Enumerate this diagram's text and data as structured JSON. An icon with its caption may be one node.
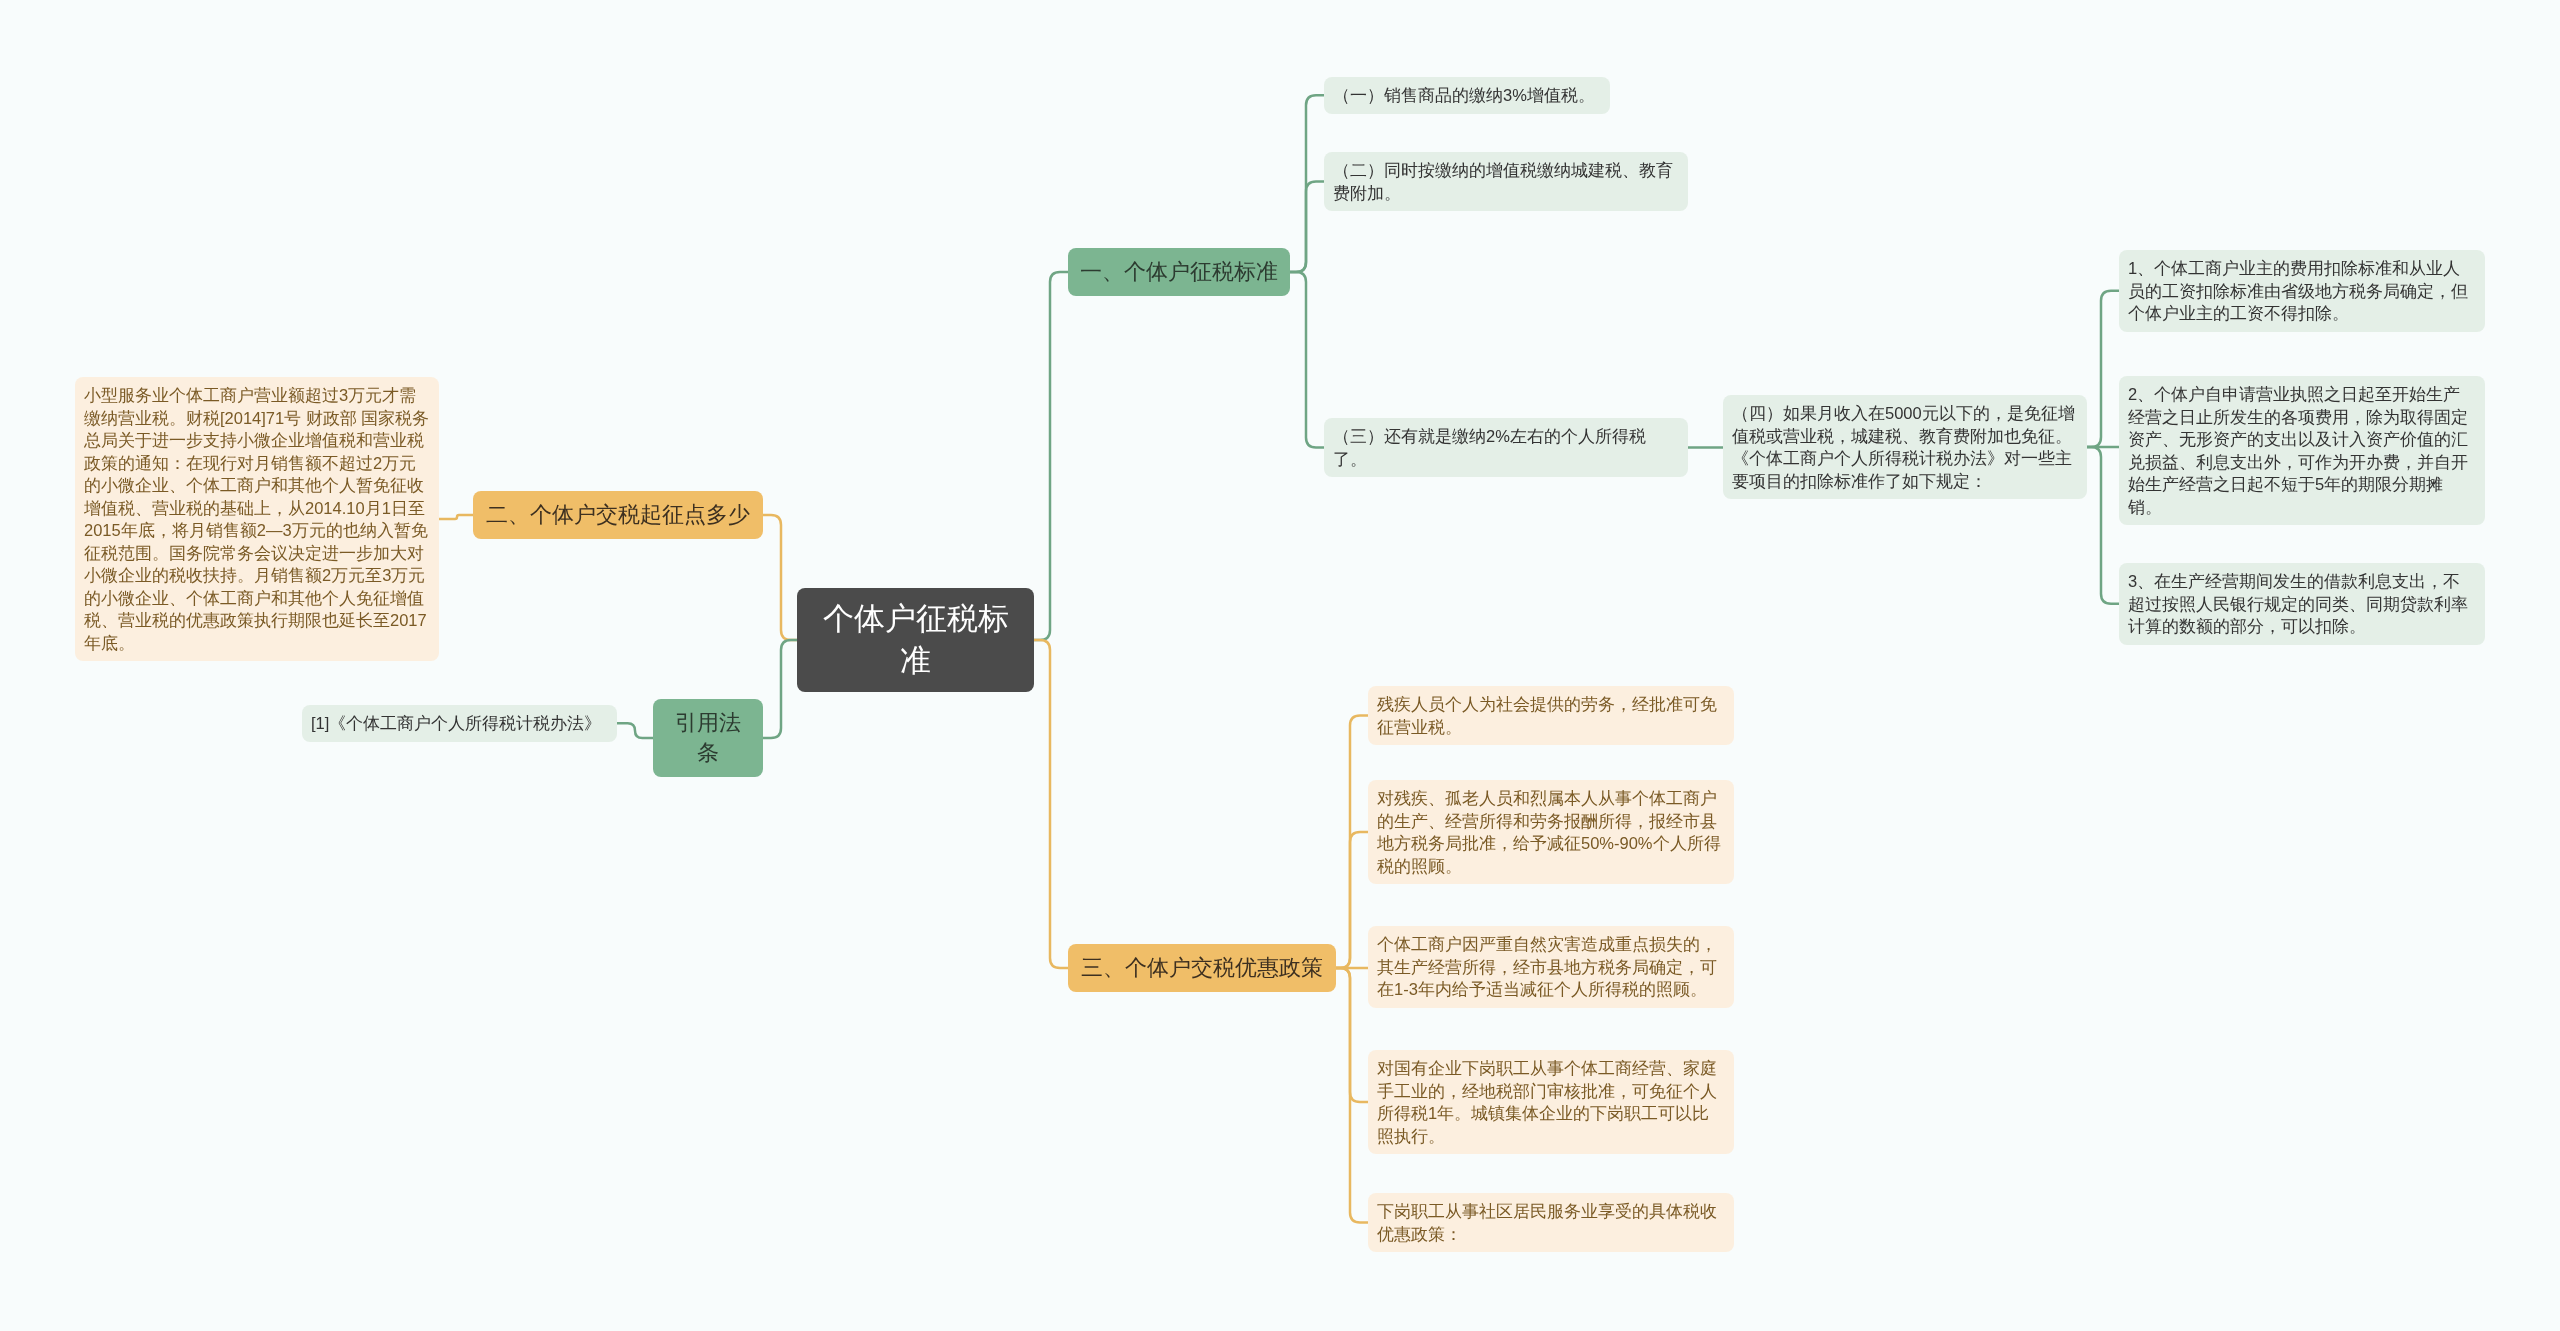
{
  "diagram": {
    "nodes": [
      {
        "text": [
          "个体户征税标准"
        ]
      },
      {
        "text": [
          "一、个体户征税标准"
        ]
      },
      {
        "text": [
          "（一）销售商品的缴纳3%增值税。"
        ]
      },
      {
        "text": [
          "（二）同时按缴纳的增值税缴纳城建税、教育费附加。"
        ]
      },
      {
        "text": [
          "（三）还有就是缴纳2%左右的个人所得税了。"
        ]
      },
      {
        "text": [
          "（四）如果月收入在5000元以下的，是免征增值税或营业税，城建税、教育费附加也免征。《个体工商户个人所得税计税办法》对一些主要项目的扣除标准作了如下规定："
        ]
      },
      {
        "text": [
          "1、个体工商户业主的费用扣除标准和从业人员的工资扣除标准由省级地方税务局确定，但个体户业主的工资不得扣除。"
        ]
      },
      {
        "text": [
          "2、个体户自申请营业执照之日起至开始生产经营之日止所发生的各项费用，除为取得固定资产、无形资产的支出以及计入资产价值的汇兑损益、利息支出外，可作为开办费，并自开始生产经营之日起不短于5年的期限分期摊销。"
        ]
      },
      {
        "text": [
          "3、在生产经营期间发生的借款利息支出，不超过按照人民银行规定的同类、同期贷款利率计算的数额的部分，可以扣除。"
        ]
      },
      {
        "text": [
          "二、个体户交税起征点多少"
        ]
      },
      {
        "text": [
          "小型服务业个体工商户营业额超过3万元才需缴纳营业税。财税[2014]71号 财政部 国家税务总局关于进一步支持小微企业增值税和营业税政策的通知：在现行对月销售额不超过2万元的小微企业、个体工商户和其他个人暂免征收增值税、营业税的基础上，从2014.10月1日至2015年底，将月销售额2—3万元的也纳入暂免征税范围。国务院常务会议决定进一步加大对小微企业的税收扶持。月销售额2万元至3万元的小微企业、个体工商户和其他个人免征增值税、营业税的优惠政策执行期限也延长至2017年底。"
        ]
      },
      {
        "text": [
          "引用法条"
        ]
      },
      {
        "text": [
          "[1]《个体工商户个人所得税计税办法》"
        ]
      },
      {
        "text": [
          "三、个体户交税优惠政策"
        ]
      },
      {
        "text": [
          "残疾人员个人为社会提供的劳务，经批准可免征营业税。"
        ]
      },
      {
        "text": [
          "对残疾、孤老人员和烈属本人从事个体工商户的生产、经营所得和劳务报酬所得，报经市县地方税务局批准，给予减征50%-90%个人所得税的照顾。"
        ]
      },
      {
        "text": [
          "个体工商户因严重自然灾害造成重点损失的，其生产经营所得，经市县地方税务局确定，可在1-3年内给予适当减征个人所得税的照顾。"
        ]
      },
      {
        "text": [
          "对国有企业下岗职工从事个体工商经营、家庭手工业的，经地税部门审核批准，可免征个人所得税1年。城镇集体企业的下岗职工可以比照执行。"
        ]
      },
      {
        "text": [
          "下岗职工从事社区居民服务业享受的具体税收优惠政策："
        ]
      }
    ],
    "edges": [
      {
        "from": 0,
        "to": 1,
        "arrow": "none"
      },
      {
        "from": 1,
        "to": 2,
        "arrow": "none"
      },
      {
        "from": 1,
        "to": 3,
        "arrow": "none"
      },
      {
        "from": 1,
        "to": 4,
        "arrow": "none"
      },
      {
        "from": 4,
        "to": 5,
        "arrow": "none"
      },
      {
        "from": 5,
        "to": 6,
        "arrow": "none"
      },
      {
        "from": 5,
        "to": 7,
        "arrow": "none"
      },
      {
        "from": 5,
        "to": 8,
        "arrow": "none"
      },
      {
        "from": 0,
        "to": 9,
        "arrow": "none",
        "color": "#e8b860"
      },
      {
        "from": 9,
        "to": 10,
        "arrow": "none",
        "color": "#e8b860"
      },
      {
        "from": 0,
        "to": 11,
        "arrow": "none"
      },
      {
        "from": 11,
        "to": 12,
        "arrow": "none"
      },
      {
        "from": 0,
        "to": 13,
        "arrow": "none",
        "color": "#e8b860"
      },
      {
        "from": 13,
        "to": 14,
        "arrow": "none",
        "color": "#e8b860"
      },
      {
        "from": 13,
        "to": 15,
        "arrow": "none",
        "color": "#e8b860"
      },
      {
        "from": 13,
        "to": 16,
        "arrow": "none",
        "color": "#e8b860"
      },
      {
        "from": 13,
        "to": 17,
        "arrow": "none",
        "color": "#e8b860"
      },
      {
        "from": 13,
        "to": 18,
        "arrow": "none",
        "color": "#e8b860"
      }
    ]
  }
}
